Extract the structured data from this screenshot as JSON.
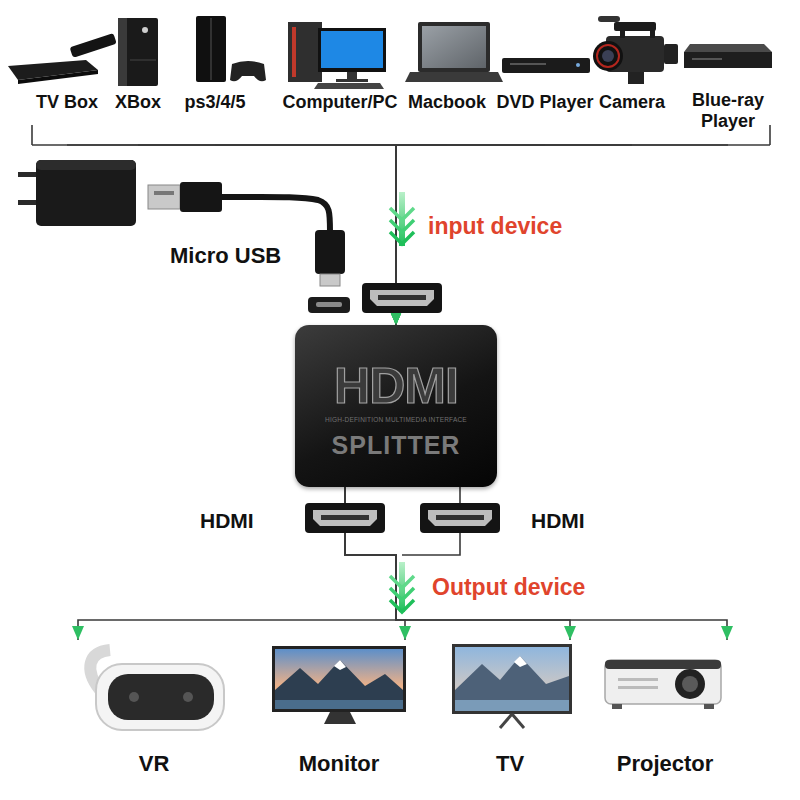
{
  "diagram": {
    "nodes": [
      {
        "text": [
          "TV Box"
        ]
      },
      {
        "text": [
          "XBox"
        ]
      },
      {
        "text": [
          "ps3/4/5"
        ]
      },
      {
        "text": [
          "Computer/PC"
        ]
      },
      {
        "text": [
          "Macbook"
        ]
      },
      {
        "text": [
          "DVD Player"
        ]
      },
      {
        "text": [
          "Camera"
        ]
      },
      {
        "text": [
          "Blue-ray Player"
        ]
      },
      {
        "text": [
          "HDMI",
          "HIGH-DEFINITION MULTIMEDIA INTERFACE",
          "SPLITTER"
        ]
      },
      {
        "text": [
          "VR"
        ]
      },
      {
        "text": [
          "Monitor"
        ]
      },
      {
        "text": [
          "TV"
        ]
      },
      {
        "text": [
          "Projector"
        ]
      }
    ],
    "edges": [
      {
        "from": 0,
        "to": 8,
        "arrow": "to"
      },
      {
        "from": 1,
        "to": 8,
        "arrow": "to"
      },
      {
        "from": 2,
        "to": 8,
        "arrow": "to"
      },
      {
        "from": 3,
        "to": 8,
        "arrow": "to"
      },
      {
        "from": 4,
        "to": 8,
        "arrow": "to"
      },
      {
        "from": 5,
        "to": 8,
        "arrow": "to"
      },
      {
        "from": 6,
        "to": 8,
        "arrow": "to"
      },
      {
        "from": 7,
        "to": 8,
        "arrow": "to"
      },
      {
        "from": 8,
        "to": 9,
        "arrow": "to"
      },
      {
        "from": 8,
        "to": 10,
        "arrow": "to"
      },
      {
        "from": 8,
        "to": 11,
        "arrow": "to"
      },
      {
        "from": 8,
        "to": 12,
        "arrow": "to"
      }
    ],
    "labels": [
      "input device",
      "Micro USB",
      "HDMI",
      "HDMI",
      "Output device"
    ]
  }
}
